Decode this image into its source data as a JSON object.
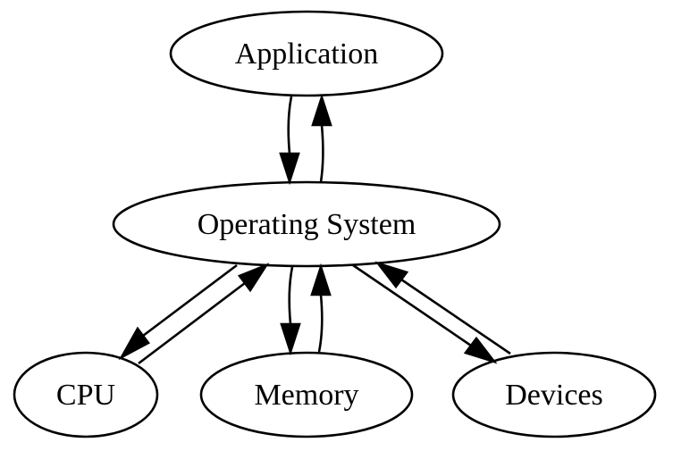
{
  "diagram": {
    "type": "directed-graph",
    "nodes": {
      "application": {
        "label": "Application"
      },
      "operating_system": {
        "label": "Operating System"
      },
      "cpu": {
        "label": "CPU"
      },
      "memory": {
        "label": "Memory"
      },
      "devices": {
        "label": "Devices"
      }
    },
    "edges": [
      {
        "from": "Application",
        "to": "Operating System"
      },
      {
        "from": "Operating System",
        "to": "Application"
      },
      {
        "from": "Operating System",
        "to": "CPU"
      },
      {
        "from": "CPU",
        "to": "Operating System"
      },
      {
        "from": "Operating System",
        "to": "Memory"
      },
      {
        "from": "Memory",
        "to": "Operating System"
      },
      {
        "from": "Operating System",
        "to": "Devices"
      },
      {
        "from": "Devices",
        "to": "Operating System"
      }
    ]
  }
}
